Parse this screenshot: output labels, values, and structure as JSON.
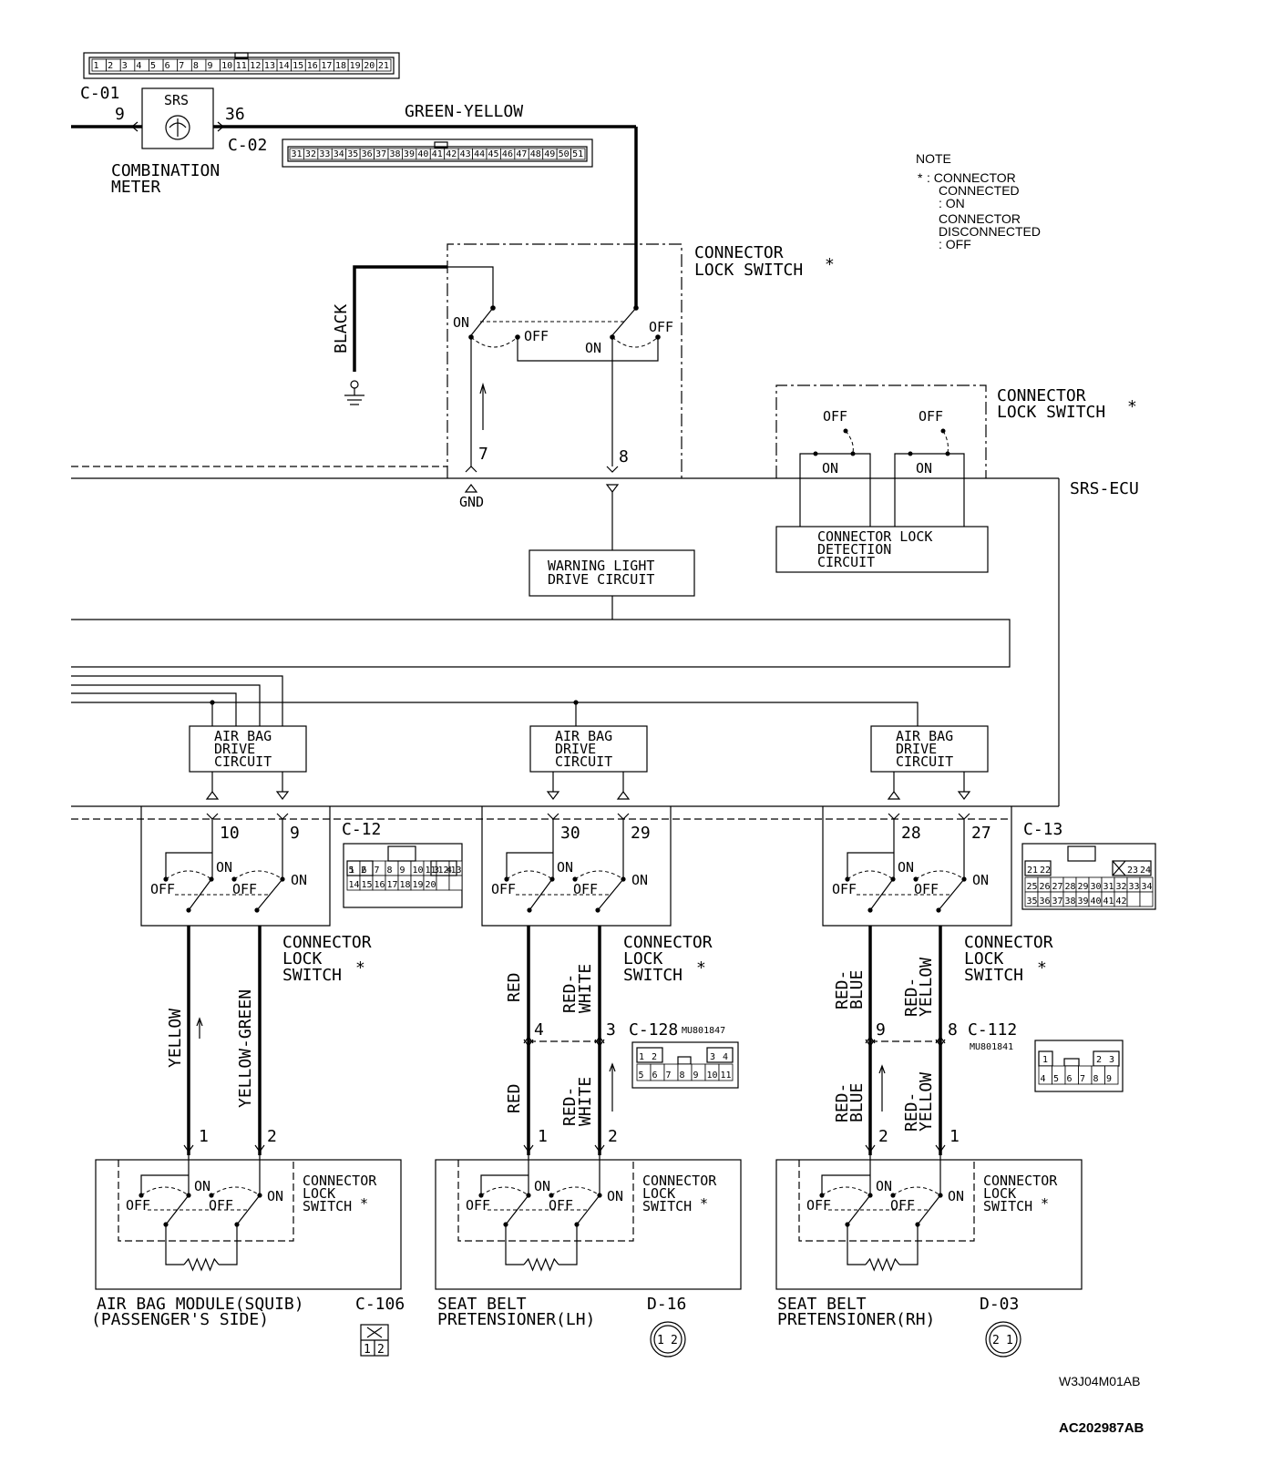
{
  "connectors_top": {
    "c01_pins": [
      "1",
      "2",
      "3",
      "4",
      "5",
      "6",
      "7",
      "8",
      "9",
      "10",
      "11",
      "12",
      "13",
      "14",
      "15",
      "16",
      "17",
      "18",
      "19",
      "20",
      "21"
    ],
    "c02_pins": [
      "31",
      "32",
      "33",
      "34",
      "35",
      "36",
      "37",
      "38",
      "39",
      "40",
      "41",
      "42",
      "43",
      "44",
      "45",
      "46",
      "47",
      "48",
      "49",
      "50",
      "51"
    ]
  },
  "meter": {
    "connector_a": "C-01",
    "pin_a": "9",
    "icon_label": "SRS",
    "pin_b": "36",
    "connector_b": "C-02",
    "name_line1": "COMBINATION",
    "name_line2": "METER"
  },
  "wires": {
    "green_yellow": "GREEN-YELLOW",
    "black": "BLACK",
    "yellow": "YELLOW",
    "yellow_green": "YELLOW-GREEN",
    "red": "RED",
    "red_white_1": "RED-",
    "red_white_2": "WHITE",
    "red_blue_1": "RED-",
    "red_blue_2": "BLUE",
    "red_yellow_1": "RED-",
    "red_yellow_2": "YELLOW"
  },
  "note": {
    "title": "NOTE",
    "star": "*",
    "line1": ": CONNECTOR",
    "line2": "CONNECTED",
    "line3": ": ON",
    "line4": "CONNECTOR",
    "line5": "DISCONNECTED",
    "line6": ": OFF"
  },
  "switch_labels": {
    "connector": "CONNECTOR",
    "lock_switch": "LOCK SWITCH",
    "lock": "LOCK",
    "switch": "SWITCH",
    "star": "*",
    "on": "ON",
    "off": "OFF"
  },
  "ecu": {
    "name": "SRS-ECU",
    "pin_gnd": "7",
    "pin_warning": "8",
    "gnd_label": "GND",
    "warning_circuit_1": "WARNING LIGHT",
    "warning_circuit_2": "DRIVE CIRCUIT",
    "lock_detect_1": "CONNECTOR LOCK",
    "lock_detect_2": "DETECTION",
    "lock_detect_3": "CIRCUIT",
    "drive_1": "AIR BAG",
    "drive_2": "DRIVE",
    "drive_3": "CIRCUIT"
  },
  "ecu_pins": {
    "p10": "10",
    "p9": "9",
    "p30": "30",
    "p29": "29",
    "p28": "28",
    "p27": "27",
    "c12": "C-12",
    "c13": "C-13"
  },
  "c12_pins": [
    "1",
    "2",
    "3",
    "4",
    "5",
    "6",
    "7",
    "8",
    "9",
    "10",
    "11",
    "12",
    "13",
    "14",
    "15",
    "16",
    "17",
    "18",
    "19",
    "20"
  ],
  "c13_pins": [
    "21",
    "22",
    "23",
    "24",
    "25",
    "26",
    "27",
    "28",
    "29",
    "30",
    "31",
    "32",
    "33",
    "34",
    "35",
    "36",
    "37",
    "38",
    "39",
    "40",
    "41",
    "42"
  ],
  "mid_connectors": {
    "c128": "C-128",
    "c128_part": "MU801847",
    "p4": "4",
    "p3": "3",
    "c112": "C-112",
    "c112_part": "MU801841",
    "p9": "9",
    "p8": "8",
    "c128_pins": [
      "1",
      "2",
      "3",
      "4",
      "5",
      "6",
      "7",
      "8",
      "9",
      "10",
      "11"
    ],
    "c112_pins": [
      "1",
      "2",
      "3",
      "4",
      "5",
      "6",
      "7",
      "8",
      "9"
    ]
  },
  "modules": {
    "m1_line1": "AIR BAG MODULE(SQUIB)",
    "m1_line2": "(PASSENGER'S SIDE)",
    "m1_conn": "C-106",
    "m2_line1": "SEAT BELT",
    "m2_line2": "PRETENSIONER(LH)",
    "m2_conn": "D-16",
    "m3_line1": "SEAT BELT",
    "m3_line2": "PRETENSIONER(RH)",
    "m3_conn": "D-03",
    "p1": "1",
    "p2": "2",
    "pin_1": "1",
    "pin_2": "2"
  },
  "footer": {
    "code1": "W3J04M01AB",
    "code2": "AC202987AB"
  }
}
